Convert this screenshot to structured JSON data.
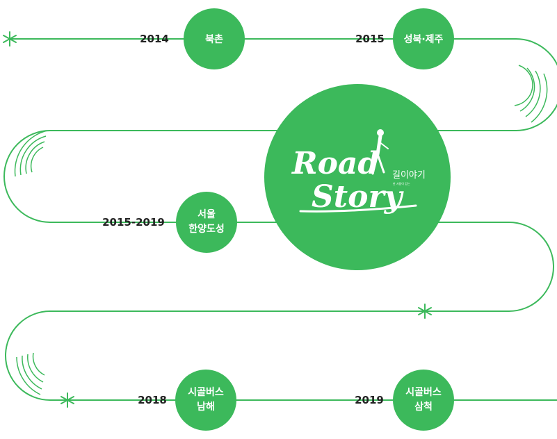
{
  "colors": {
    "accent": "#3cb95b",
    "line": "#3cb95b",
    "text": "#222222",
    "on_accent": "#ffffff"
  },
  "logo": {
    "line1": "Road",
    "line2": "Story",
    "subtitle": "길이야기",
    "tiny": "한 사람이 걷는"
  },
  "milestones": [
    {
      "year": "2014",
      "label": [
        "북촌"
      ]
    },
    {
      "year": "2015",
      "label": [
        "성북·제주"
      ]
    },
    {
      "year": "2015-2019",
      "label": [
        "서울",
        "한양도성"
      ]
    },
    {
      "year": "2018",
      "label": [
        "시골버스",
        "남해"
      ]
    },
    {
      "year": "2019",
      "label": [
        "시골버스",
        "삼척"
      ]
    }
  ],
  "icons": [
    "start-star-icon",
    "mid-star-icon",
    "end-star-icon",
    "ripple-icon"
  ]
}
